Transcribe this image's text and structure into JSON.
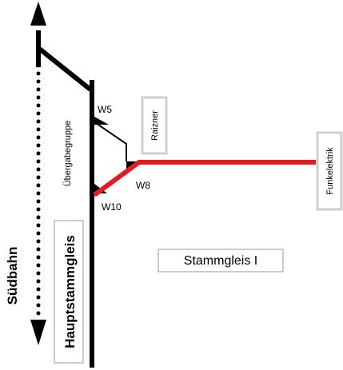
{
  "labels": {
    "suedbahn": "Südbahn",
    "uebergabegruppe": "Übergabegruppe",
    "hauptstammgleis": "Hauptstammgleis",
    "stammgleis_1": "Stammgleis I",
    "raizner": "Raizner",
    "funkelektrik": "Funkelektrik",
    "w5": "W5",
    "w8": "W8",
    "w10": "W10"
  },
  "colors": {
    "track": "#000000",
    "siding": "#e31b23",
    "label_border": "#cfcfcf"
  }
}
